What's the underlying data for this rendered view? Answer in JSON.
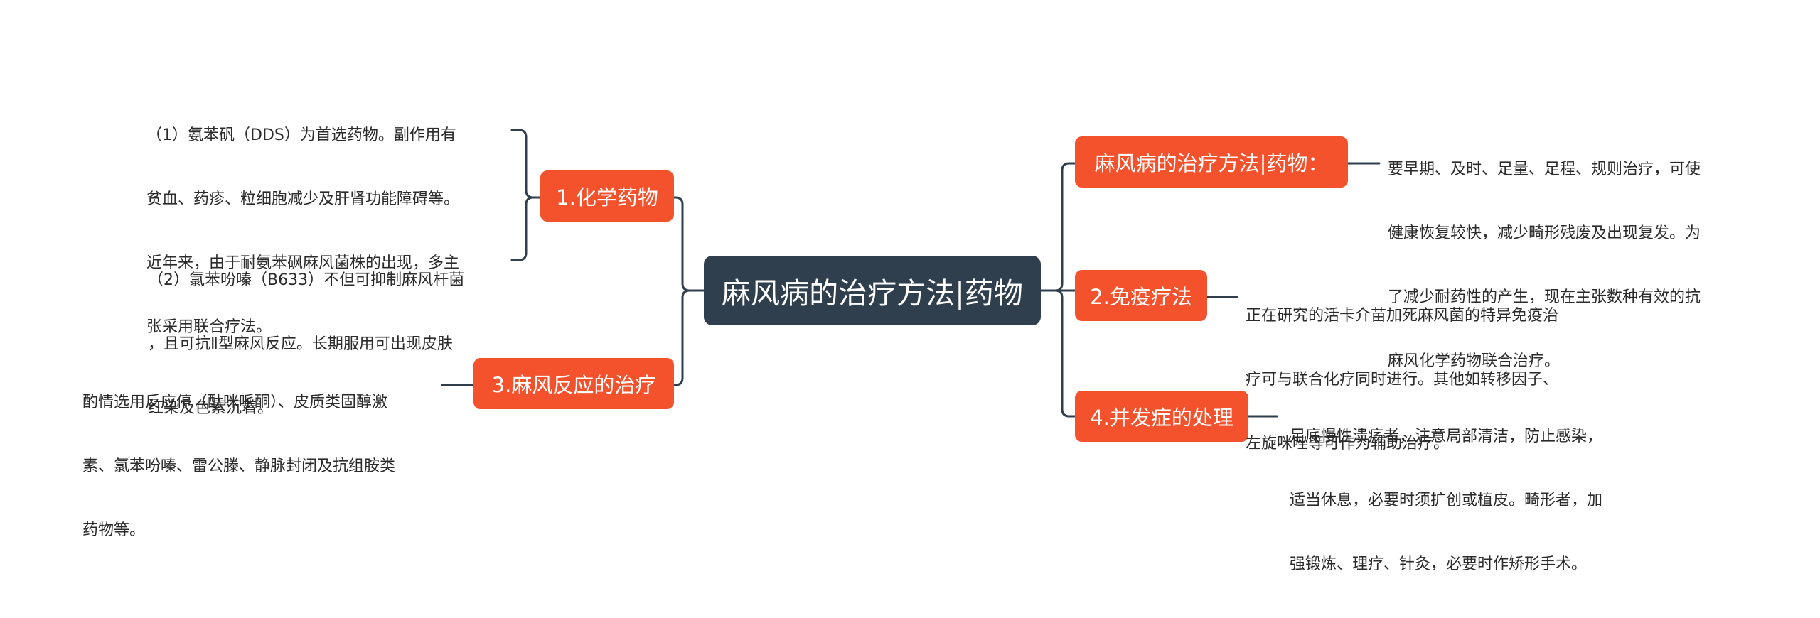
{
  "root": {
    "label": "麻风病的治疗方法|药物"
  },
  "topics": {
    "chem": {
      "label": "1.化学药物"
    },
    "reaction": {
      "label": "3.麻风反应的治疗"
    },
    "methods": {
      "label": "麻风病的治疗方法|药物："
    },
    "immune": {
      "label": "2.免疫疗法"
    },
    "complication": {
      "label": "4.并发症的处理"
    }
  },
  "leaves": {
    "chem_1": [
      "（1）氨苯矾（DDS）为首选药物。副作用有",
      "贫血、药疹、粒细胞减少及肝肾功能障碍等。",
      "近年来，由于耐氨苯砜麻风菌株的出现，多主",
      "张采用联合疗法。"
    ],
    "chem_2": [
      "（2）氯苯吩嗪（B633）不但可抑制麻风杆菌",
      "，且可抗Ⅱ型麻风反应。长期服用可出现皮肤",
      "红染及色素沉着。"
    ],
    "reaction_1": [
      "酌情选用反应停（酞咪哌酮）、皮质类固醇激",
      "素、氯苯吩嗪、雷公滕、静脉封闭及抗组胺类",
      "药物等。"
    ],
    "methods_1": [
      "要早期、及时、足量、足程、规则治疗，可使",
      "健康恢复较快，减少畸形残废及出现复发。为",
      "了减少耐药性的产生，现在主张数种有效的抗",
      "麻风化学药物联合治疗。"
    ],
    "immune_1": [
      "正在研究的活卡介苗加死麻风菌的特异免疫治",
      "疗可与联合化疗同时进行。其他如转移因子、",
      "左旋咪唑等可作为辅助治疗。"
    ],
    "complication_1": [
      "足底慢性溃疡者，注意局部清洁，防止感染，",
      "适当休息，必要时须扩创或植皮。畸形者，加",
      "强锻炼、理疗、针灸，必要时作矫形手术。"
    ]
  },
  "colors": {
    "root": "#2f3f4d",
    "topic": "#f4522d",
    "line": "#2f3f4d",
    "text": "#2b2b2b"
  }
}
